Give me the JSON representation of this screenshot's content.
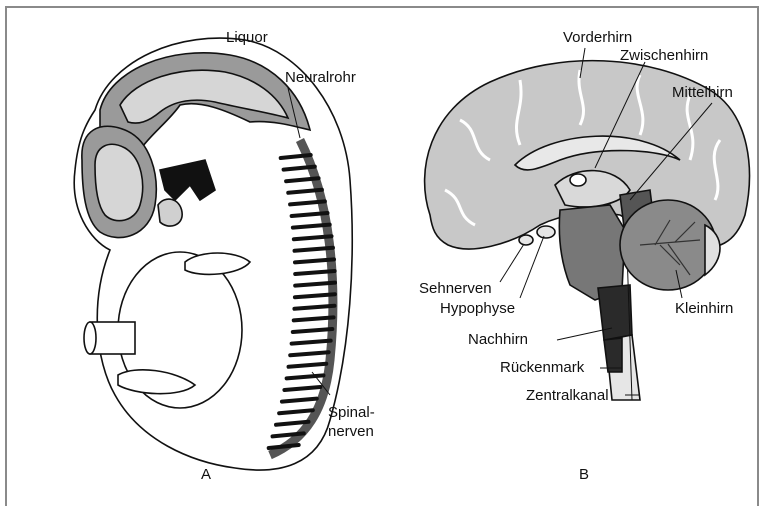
{
  "panels": {
    "a": "A",
    "b": "B"
  },
  "labels_a": {
    "liquor": "Liquor",
    "neuralrohr": "Neuralrohr",
    "spinal_1": "Spinal-",
    "spinal_2": "nerven"
  },
  "labels_b": {
    "vorderhirn": "Vorderhirn",
    "zwischenhirn": "Zwischenhirn",
    "mittelhirn": "Mittelhirn",
    "sehnerven": "Sehnerven",
    "hypophyse": "Hypophyse",
    "kleinhirn": "Kleinhirn",
    "nachhirn": "Nachhirn",
    "rueckenmark": "Rückenmark",
    "zentralkanal": "Zentralkanal"
  }
}
